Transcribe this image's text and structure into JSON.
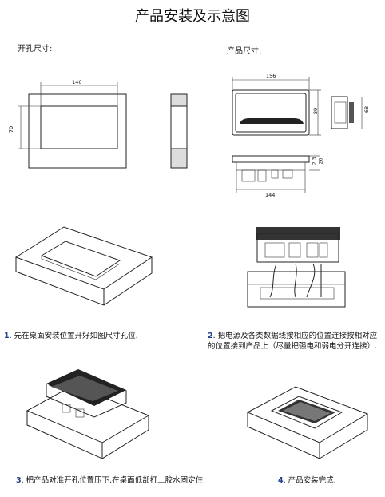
{
  "page": {
    "title": "产品安装及示意图",
    "hole_size_label": "开孔尺寸:",
    "product_size_label": "产品尺寸:"
  },
  "dimensions": {
    "hole_width": "146",
    "hole_height": "70",
    "product_width": "156",
    "product_height": "80",
    "side_depth": "68",
    "bottom_width": "144",
    "thickness_a": "2.3",
    "thickness_b": "26"
  },
  "steps": [
    {
      "num": "1",
      "text": ". 先在桌面安装位置开好如图尺寸孔位."
    },
    {
      "num": "2",
      "text": ". 把电源及各类数据线按相应的位置连接按相对应的位置接到产品上（尽量把强电和弱电分开连接）."
    },
    {
      "num": "3",
      "text": ". 把产品对准开孔位置压下.在桌面低部打上胶水固定住."
    },
    {
      "num": "4",
      "text": ". 产品安装完成."
    }
  ]
}
